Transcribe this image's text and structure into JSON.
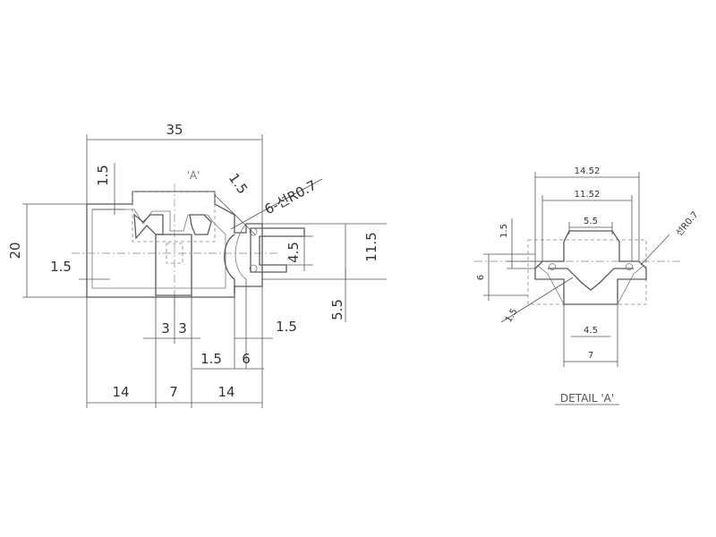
{
  "main_view": {
    "overall_width": "35",
    "height": "20",
    "wall_top": "1.5",
    "wall_left": "1.5",
    "detail_tag": "'A'",
    "wall_angled": "1.5",
    "radius_note": "6-선R0.7",
    "slot_inner": "4.5",
    "slot_height": "11.5",
    "offset_bottom": "5.5",
    "stem_left": "3",
    "stem_right": "3",
    "wall_bottom_right": "1.5",
    "slot_lip": "1.5",
    "slot_width": "6",
    "bottom_left": "14",
    "bottom_center": "7",
    "bottom_right": "14"
  },
  "detail_view": {
    "top_width": "14.52",
    "mid_width": "11.52",
    "inner_width": "5.5",
    "lip_height": "1.5",
    "depth": "6",
    "radius_note": "선R0.7",
    "wall": "1.5",
    "neck_width": "4.5",
    "stem_width": "7",
    "caption": "DETAIL 'A'"
  }
}
